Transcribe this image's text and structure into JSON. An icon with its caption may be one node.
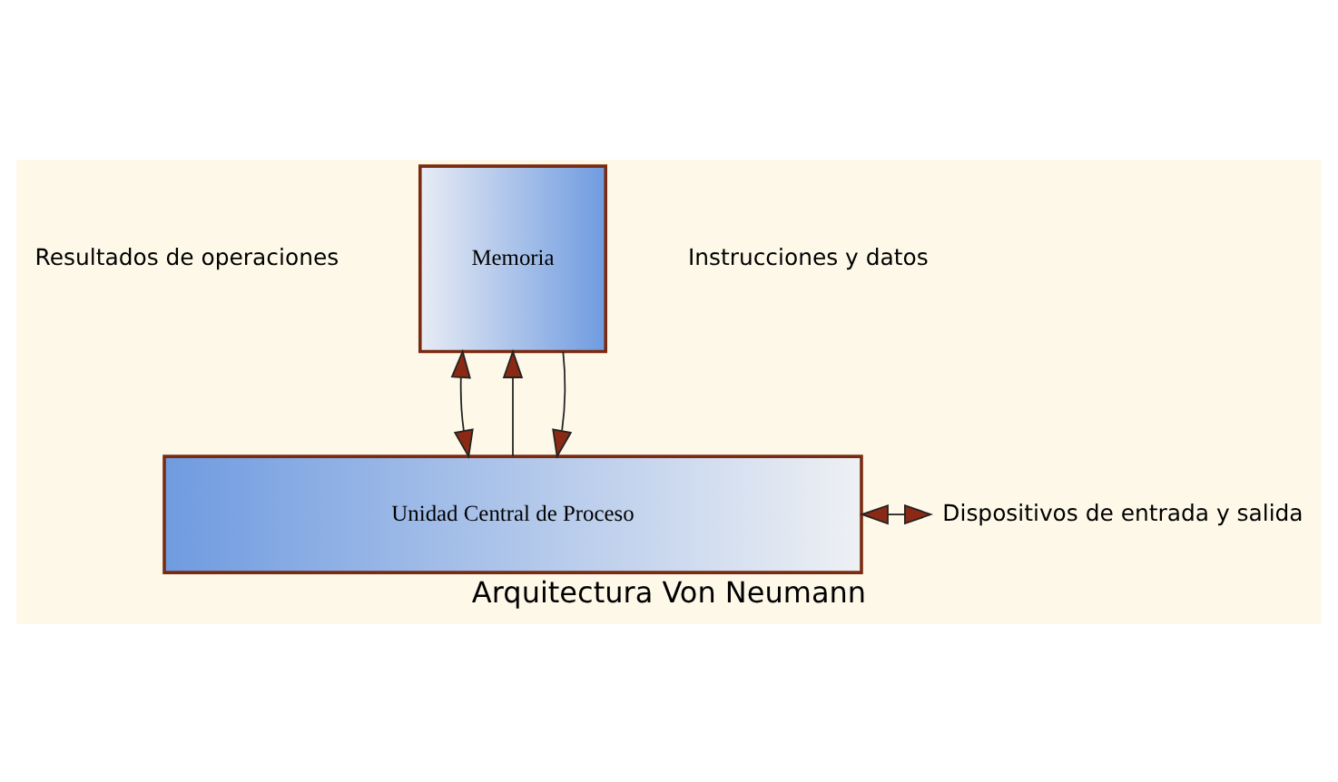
{
  "diagram": {
    "caption": "Arquitectura Von Neumann",
    "nodes": [
      {
        "text": [
          "Memoria"
        ]
      },
      {
        "text": [
          "Unidad Central de Proceso"
        ]
      },
      {
        "text": [
          "Dispositivos de entrada y salida"
        ]
      }
    ],
    "edges": [
      {
        "from": 1,
        "to": 0,
        "arrow": "to"
      },
      {
        "from": 0,
        "to": 1,
        "arrow": "both"
      },
      {
        "from": 0,
        "to": 1,
        "arrow": "to"
      },
      {
        "from": 1,
        "to": 2,
        "arrow": "both"
      }
    ],
    "labels": [
      "Resultados de operaciones",
      "Instrucciones y datos"
    ]
  }
}
